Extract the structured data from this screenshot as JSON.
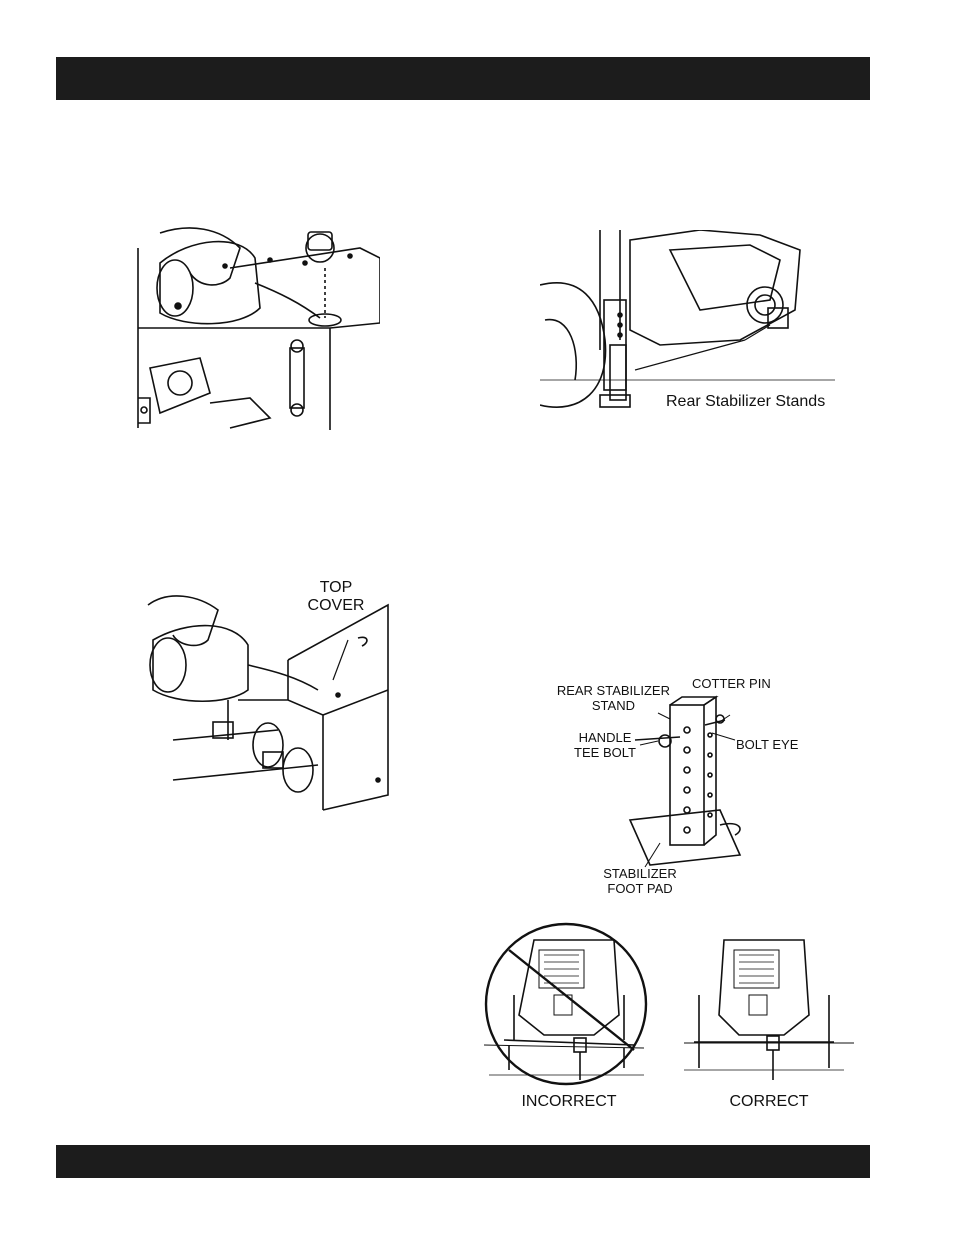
{
  "figures": {
    "pour_oil_tank": {},
    "rear_stands_photo": {
      "label": "Rear Stabilizer Stands"
    },
    "pour_top_cover": {
      "label_line1": "TOP",
      "label_line2": "COVER"
    },
    "stand_detail": {
      "rear_stand_line1": "REAR STABILIZER",
      "rear_stand_line2": "STAND",
      "cotter_pin": "COTTER PIN",
      "handle_line1": "HANDLE",
      "handle_line2": "TEE BOLT",
      "bolt_eye": "BOLT EYE",
      "foot_pad_line1": "STABILIZER",
      "foot_pad_line2": "FOOT PAD"
    },
    "level_compare": {
      "incorrect": "INCORRECT",
      "correct": "CORRECT"
    }
  }
}
